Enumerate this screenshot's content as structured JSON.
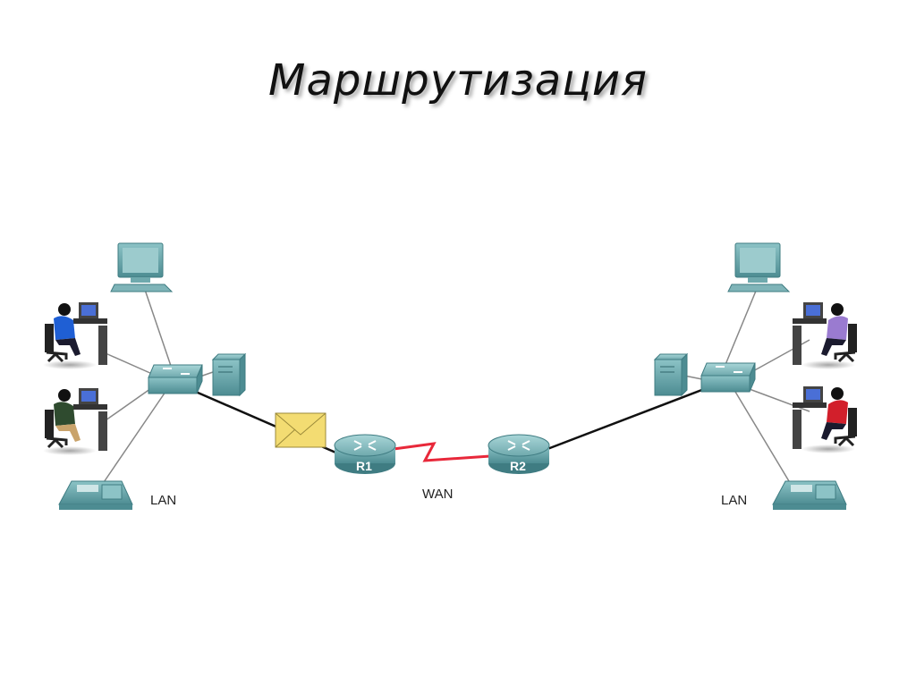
{
  "slide": {
    "title": "Маршрутизация"
  },
  "diagram": {
    "left_lan_label": "LAN",
    "right_lan_label": "LAN",
    "wan_label": "WAN",
    "router1_label": "R1",
    "router2_label": "R2"
  },
  "colors": {
    "device": "#5e9ea3",
    "device_dark": "#3f7c82",
    "wan_link": "#e8283a",
    "envelope": "#f3dc72"
  },
  "icons": [
    "monitor-icon",
    "user-workstation-icon",
    "switch-icon",
    "server-icon",
    "ip-phone-icon",
    "router-icon",
    "envelope-icon"
  ]
}
